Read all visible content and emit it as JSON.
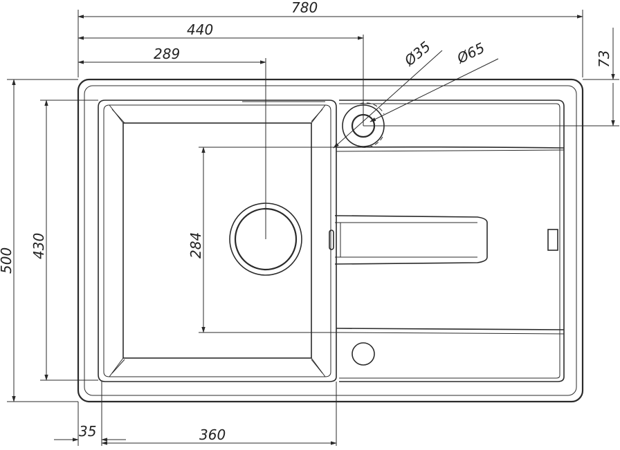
{
  "dimensions": {
    "overall_width": "780",
    "tap_offset": "440",
    "drain_offset": "289",
    "tap_hole_small": "35",
    "tap_hole_large": "65",
    "tap_hole_from_edge": "73",
    "overall_depth": "500",
    "bowl_depth": "430",
    "bowl_length": "284",
    "bowl_width": "360",
    "rim_margin": "35"
  }
}
